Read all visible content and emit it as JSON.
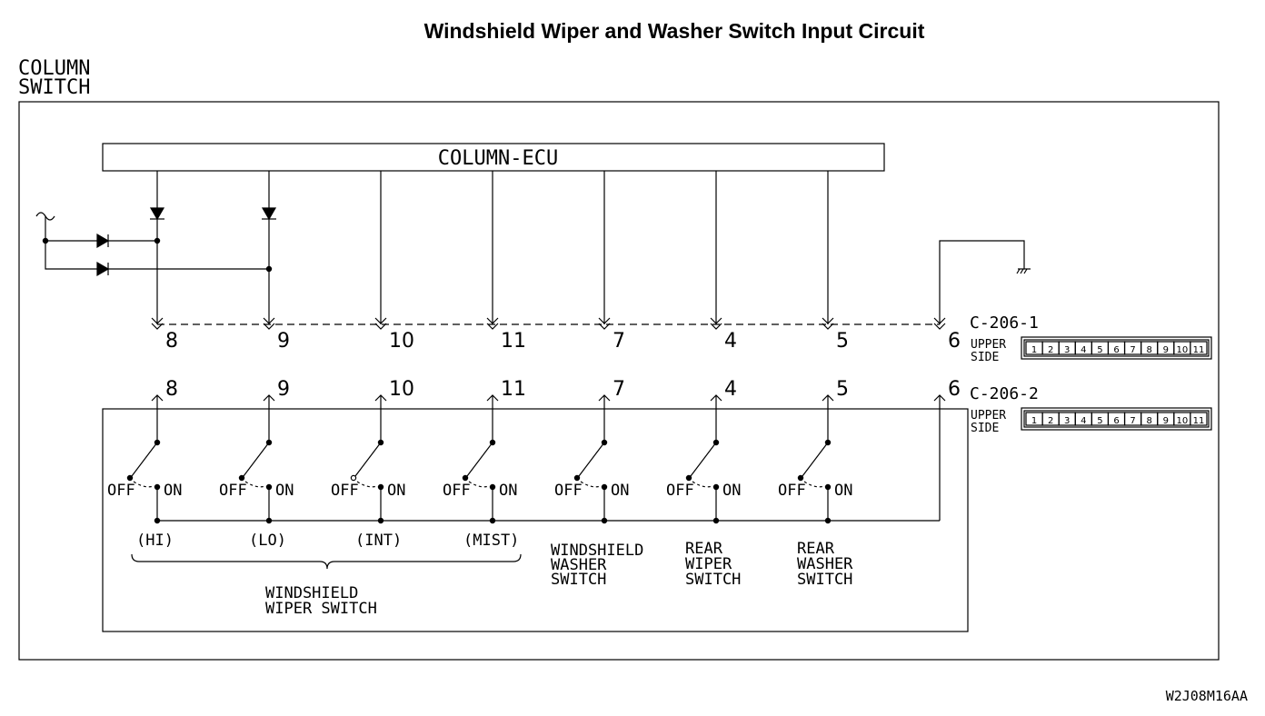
{
  "title": "Windshield Wiper and Washer Switch Input Circuit",
  "column_switch": [
    "COLUMN",
    "SWITCH"
  ],
  "ecu_label": "COLUMN-ECU",
  "connectors": {
    "c1": "C-206-1",
    "c2": "C-206-2",
    "upper": "UPPER",
    "side": "SIDE",
    "pins": [
      "1",
      "2",
      "3",
      "4",
      "5",
      "6",
      "7",
      "8",
      "9",
      "10",
      "11"
    ]
  },
  "pins": [
    "8",
    "9",
    "10",
    "11",
    "7",
    "4",
    "5",
    "6"
  ],
  "switch_off": "OFF",
  "switch_on": "ON",
  "wiper_modes": [
    "(HI)",
    "(LO)",
    "(INT)",
    "(MIST)"
  ],
  "wiper_switch_label": [
    "WINDSHIELD",
    "WIPER SWITCH"
  ],
  "washer_label": [
    "WINDSHIELD",
    "WASHER",
    "SWITCH"
  ],
  "rear_wiper_label": [
    "REAR",
    "WIPER",
    "SWITCH"
  ],
  "rear_washer_label": [
    "REAR",
    "WASHER",
    "SWITCH"
  ],
  "figure_code": "W2J08M16AA"
}
